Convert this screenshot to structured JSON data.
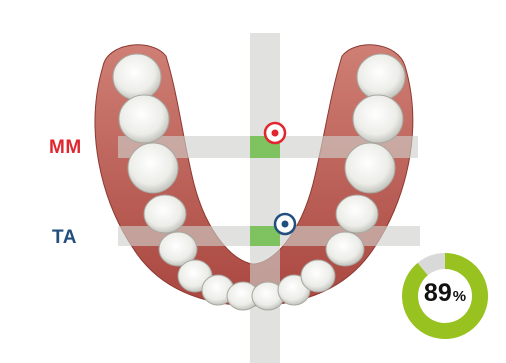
{
  "labels": {
    "mm": "MM",
    "ta": "TA"
  },
  "gauge": {
    "value": 89,
    "unit": "%"
  },
  "colors": {
    "mm": "#e0262e",
    "ta": "#234f7e",
    "gauge_fill": "#98c21f",
    "gauge_track": "#d9d9d9",
    "guide_band": "#cfd0cc",
    "guide_highlight": "#6ec04a",
    "gum": "#b5584f",
    "tooth": "#eeeeea"
  },
  "icons": {
    "mm_marker": "target-circle-icon",
    "ta_marker": "target-circle-icon"
  }
}
